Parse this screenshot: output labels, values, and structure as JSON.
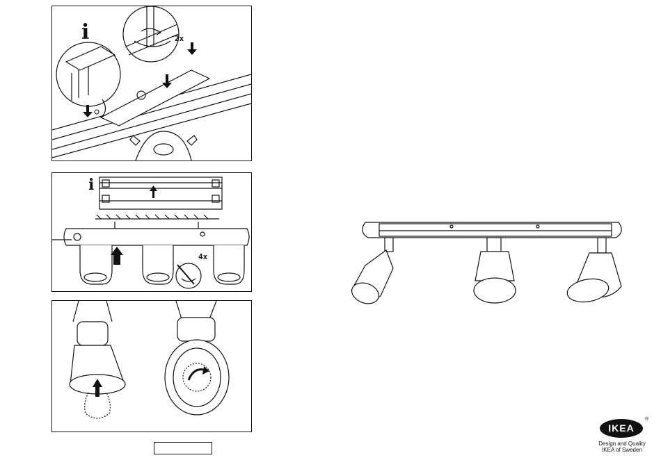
{
  "steps": [
    {
      "count_label": "2x",
      "info_icon": "i"
    },
    {
      "count_label": "4x",
      "info_icon": "i"
    },
    {}
  ],
  "brand": {
    "logo_text": "IKEA",
    "registered_mark": "®",
    "tagline_1": "Design and Quality",
    "tagline_2": "IKEA of Sweden"
  },
  "icons": [
    "info-icon",
    "arrow-down-icon",
    "arrow-up-icon",
    "rotate-arrow-icon",
    "screw-icon",
    "screwdriver-icon"
  ],
  "colors": {
    "ink": "#111111",
    "paper": "#ffffff",
    "logo_fill": "#111111"
  }
}
